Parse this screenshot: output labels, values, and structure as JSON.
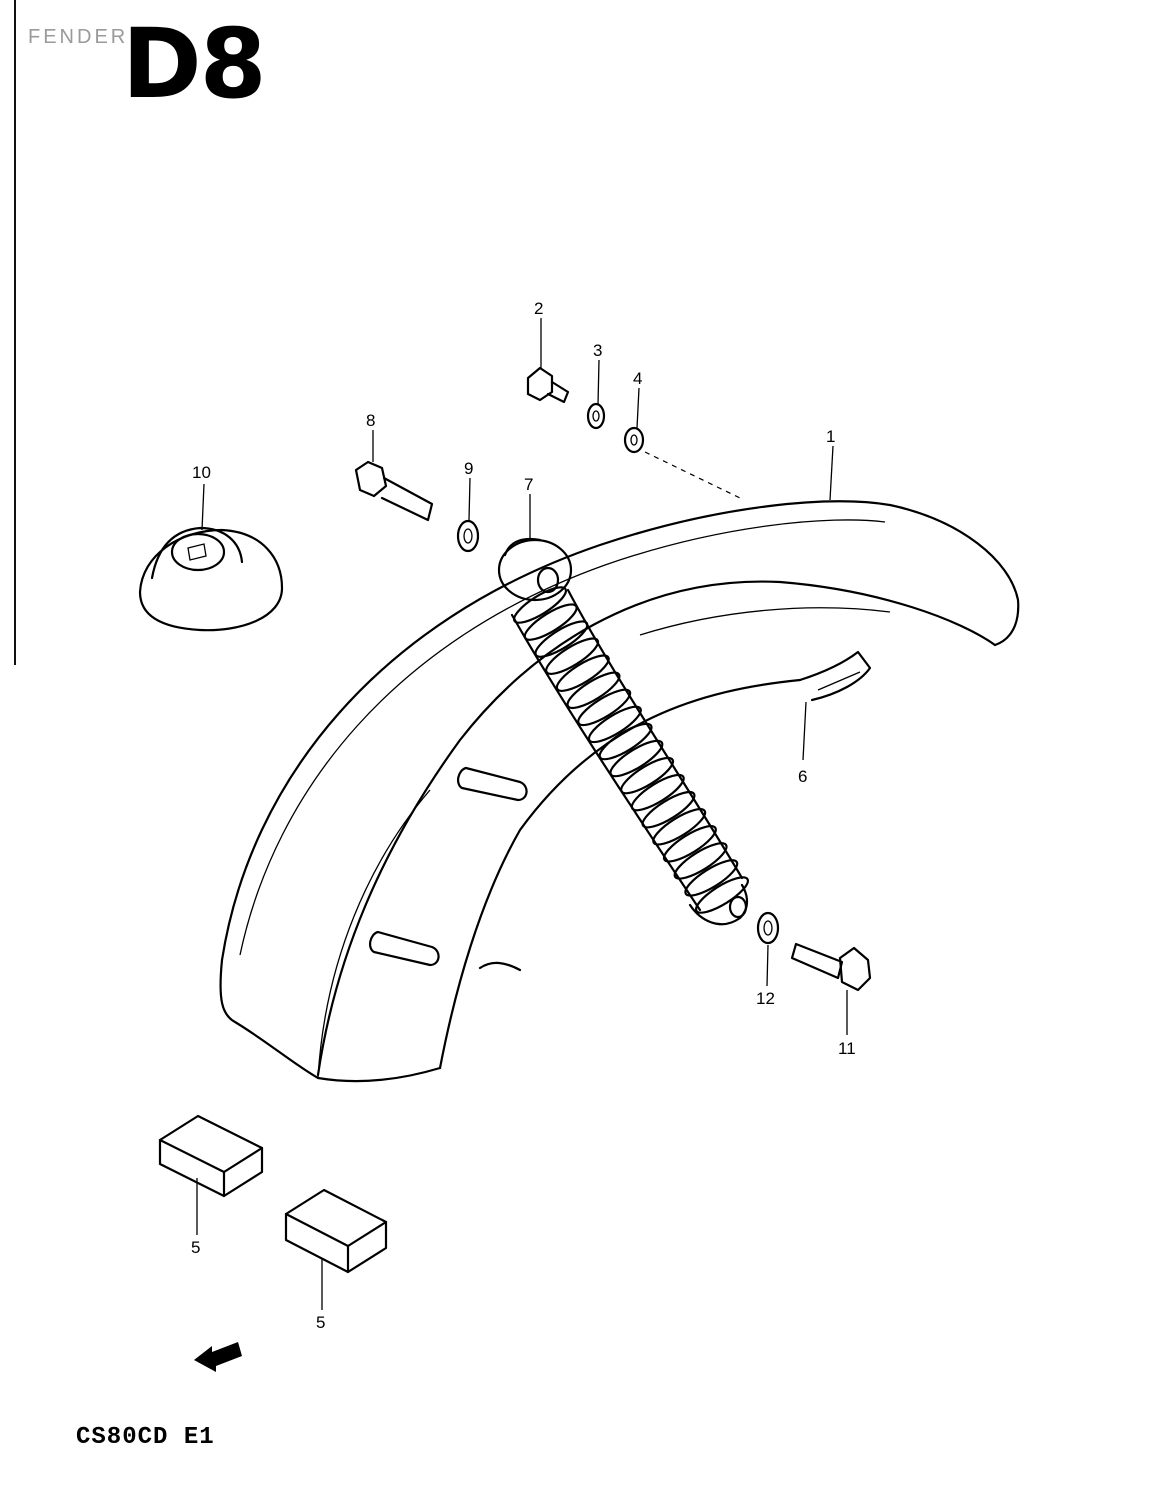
{
  "header": {
    "page_code": "D8",
    "faint_title": "FENDER"
  },
  "footer": {
    "model_code": "CS80CD E1"
  },
  "callouts": {
    "c1": "1",
    "c2": "2",
    "c3": "3",
    "c4": "4",
    "c5a": "5",
    "c5b": "5",
    "c6": "6",
    "c7": "7",
    "c8": "8",
    "c9": "9",
    "c10": "10",
    "c11": "11",
    "c12": "12"
  },
  "icons": {
    "front_arrow": "front-direction-arrow-icon"
  }
}
